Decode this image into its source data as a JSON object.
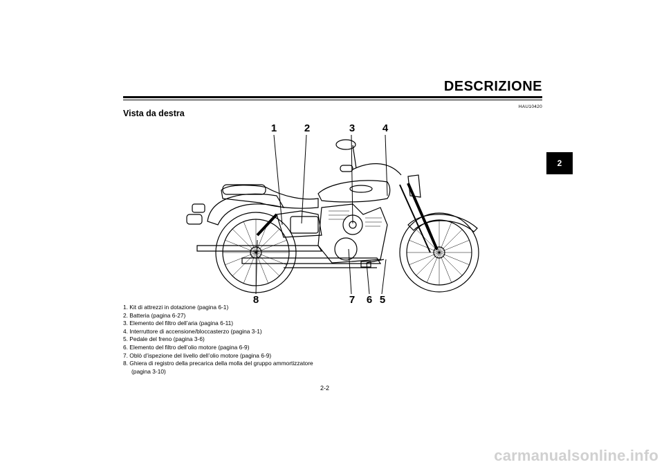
{
  "header": {
    "title": "DESCRIZIONE",
    "code": "HAU10420"
  },
  "section": {
    "title": "Vista da destra"
  },
  "tab": {
    "label": "2"
  },
  "diagram": {
    "callouts_top": [
      "1",
      "2",
      "3",
      "4"
    ],
    "callouts_bottom": [
      "8",
      "7",
      "6",
      "5"
    ]
  },
  "legend": [
    "1. Kit di attrezzi in dotazione (pagina 6-1)",
    "2. Batteria (pagina 6-27)",
    "3. Elemento del filtro dell’aria (pagina 6-11)",
    "4. Interruttore di accensione/bloccasterzo (pagina 3-1)",
    "5. Pedale del freno (pagina 3-6)",
    "6. Elemento del filtro dell’olio motore (pagina 6-9)",
    "7. Oblò d’ispezione del livello dell’olio motore (pagina 6-9)",
    "8. Ghiera di registro della precarica della molla del gruppo ammortizzatore (pagina 3-10)"
  ],
  "footer": {
    "page": "2-2"
  },
  "watermark": {
    "text": "carmanualsonline.info"
  }
}
